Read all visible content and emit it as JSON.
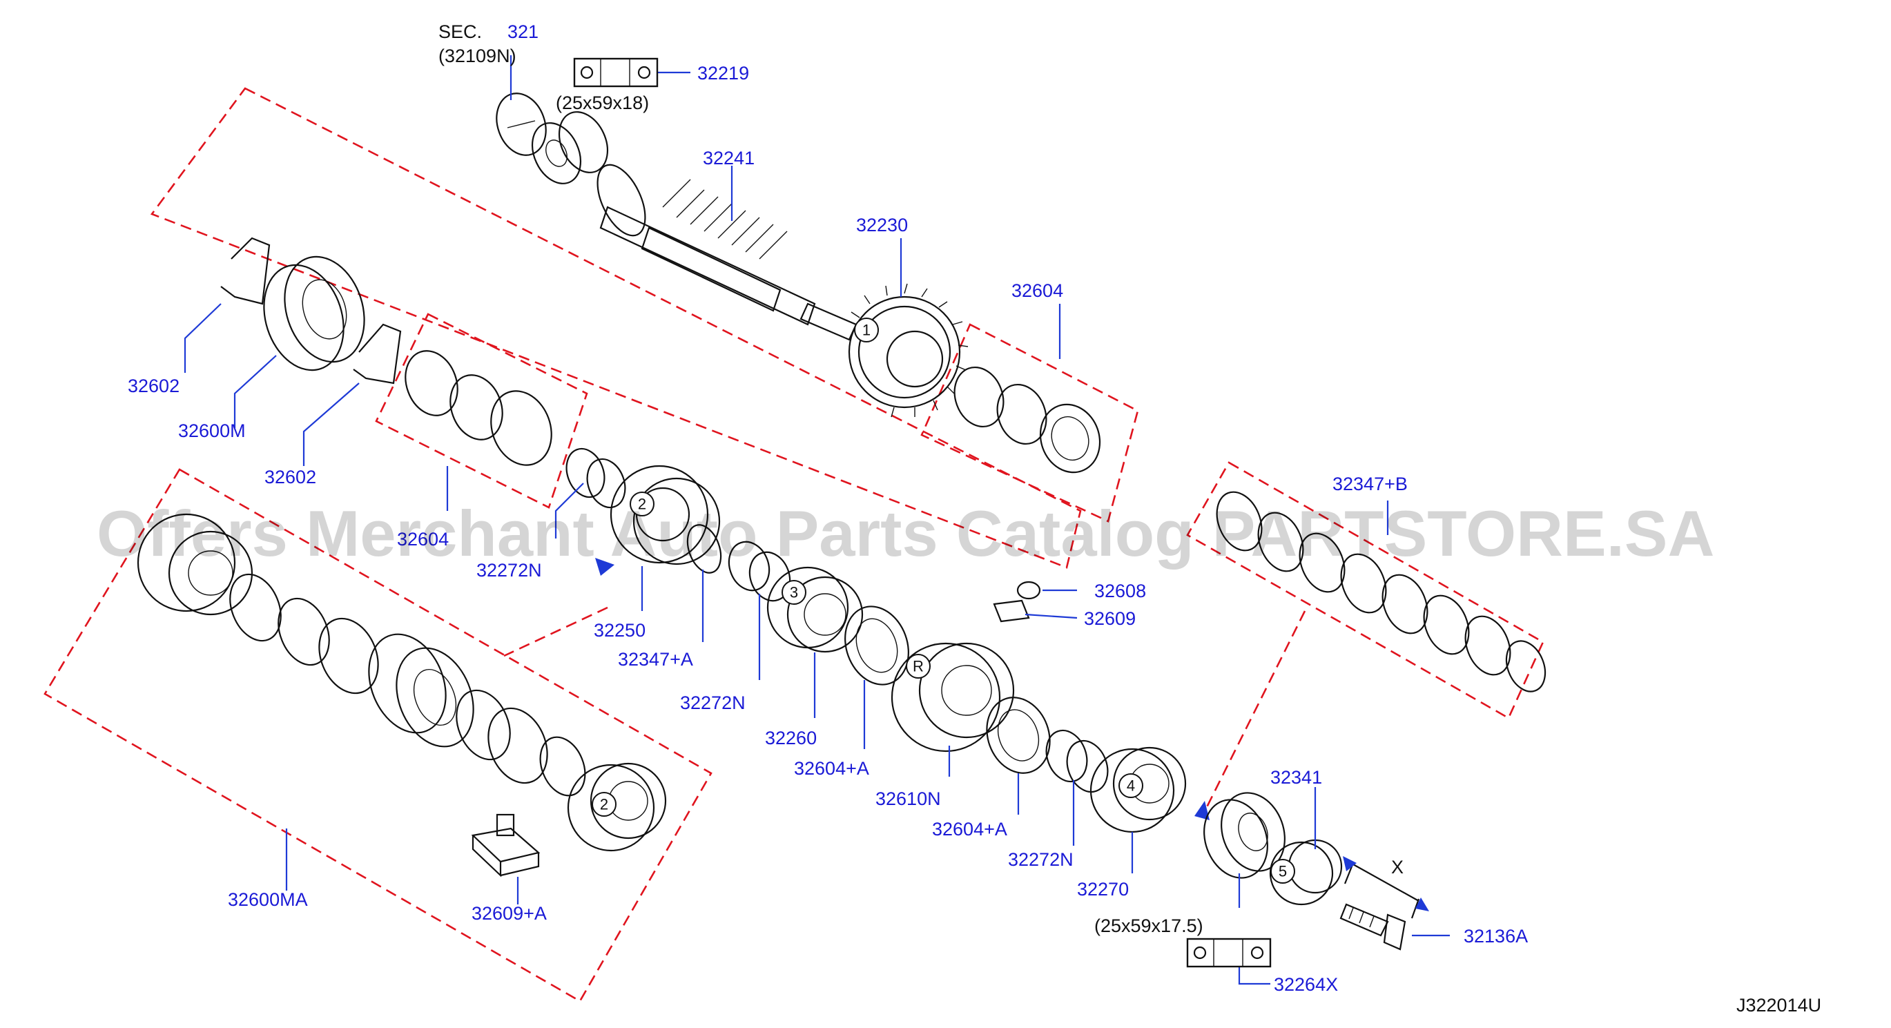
{
  "diagram_code": "J322014U",
  "watermark": "Offers Merchant Auto Parts Catalog PARTSTORE.SA",
  "section_ref": {
    "prefix": "SEC.",
    "number": "321",
    "sub": "(32109N)"
  },
  "bearing_dims": [
    "(25x59x18)",
    "(25x59x17.5)"
  ],
  "dimension_mark": "X",
  "callouts": [
    "1",
    "2",
    "3",
    "4",
    "5",
    "R",
    "2"
  ],
  "colors": {
    "label": "#1a1ad6",
    "dash": "#e0141e",
    "leader": "#1e3ad6",
    "line": "#111111"
  },
  "labels": [
    "32219",
    "32241",
    "32230",
    "32604",
    "32602",
    "32600M",
    "32602",
    "32604",
    "32272N",
    "32250",
    "32347+A",
    "32272N",
    "32260",
    "32604+A",
    "32610N",
    "32604+A",
    "32272N",
    "32270",
    "32608",
    "32609",
    "32347+B",
    "32341",
    "32136A",
    "32264X",
    "32600MA",
    "32609+A"
  ]
}
